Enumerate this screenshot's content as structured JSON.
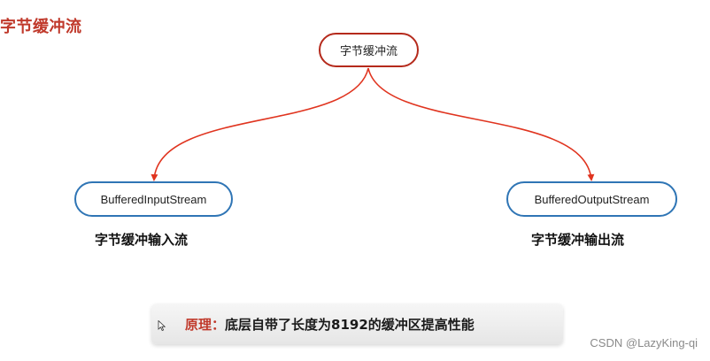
{
  "title": "字节缓冲流",
  "diagram": {
    "root": {
      "label": "字节缓冲流"
    },
    "children": [
      {
        "label": "BufferedInputStream",
        "caption": "字节缓冲输入流"
      },
      {
        "label": "BufferedOutputStream",
        "caption": "字节缓冲输出流"
      }
    ]
  },
  "principle": {
    "label": "原理：",
    "text": "底层自带了长度为8192的缓冲区提高性能"
  },
  "watermark": "CSDN @LazyKing-qi",
  "colors": {
    "accent_red": "#c0392b",
    "node_root_border": "#b52a1c",
    "node_child_border": "#2f75b5",
    "connector": "#e0341f"
  }
}
